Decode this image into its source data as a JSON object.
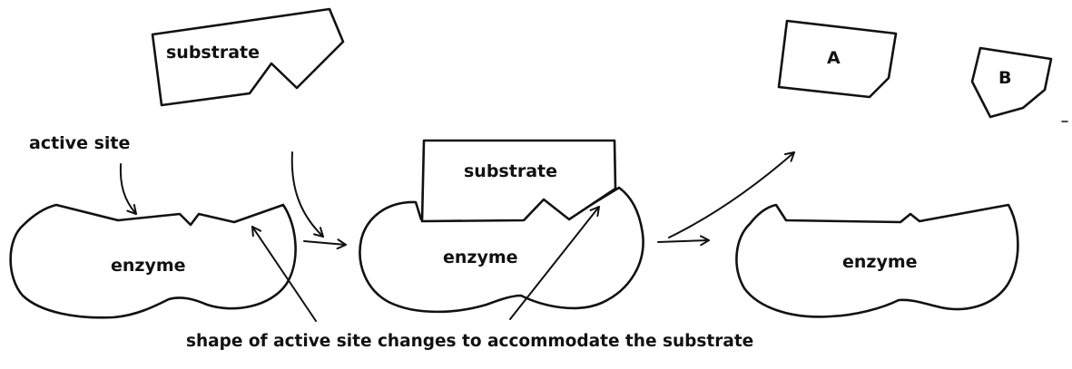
{
  "labels": {
    "substrate_top": "substrate",
    "substrate_bound": "substrate",
    "enzyme_1": "enzyme",
    "enzyme_2": "enzyme",
    "enzyme_3": "enzyme",
    "product_a": "A",
    "product_b": "B",
    "active_site": "active site",
    "caption": "shape of active site changes to accommodate the substrate"
  }
}
